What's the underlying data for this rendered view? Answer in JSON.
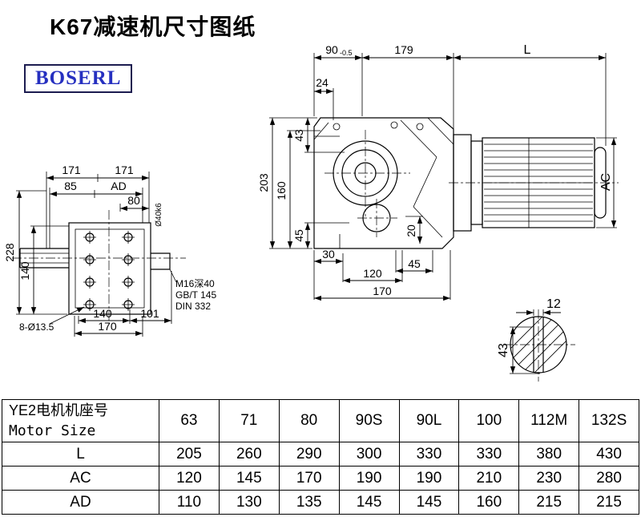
{
  "page": {
    "title": "K67减速机尺寸图纸",
    "brand": "BOSERL"
  },
  "colors": {
    "line": "#000000",
    "background": "#ffffff",
    "brand_text": "#2630c0",
    "brand_border": "#1c1c50"
  },
  "side_view": {
    "d90": "90",
    "d90_tol": "-0.5",
    "d179": "179",
    "dL": "L",
    "d24": "24",
    "d203": "203",
    "d160": "160",
    "d43": "43",
    "d45_left": "45",
    "d30": "30",
    "d20": "20",
    "d45_bottom": "45",
    "d120": "120",
    "d170": "170",
    "dAC": "AC"
  },
  "front_view": {
    "d171_left": "171",
    "d171_right": "171",
    "d85": "85",
    "dAD": "AD",
    "d80": "80",
    "shaft_dia": "Ø40k6",
    "d228": "228",
    "d140_left": "140",
    "holes": "8-Ø13.5",
    "d140_bottom": "140",
    "d101": "101",
    "d170": "170",
    "note_line1": "M16深40",
    "note_line2": "GB/T 145",
    "note_line3": "DIN 332"
  },
  "shaft_section": {
    "d12": "12",
    "d43": "43"
  },
  "table": {
    "header": {
      "label_cn": "YE2电机机座号",
      "label_en": "Motor Size"
    },
    "sizes": [
      "63",
      "71",
      "80",
      "90S",
      "90L",
      "100",
      "112M",
      "132S"
    ],
    "rows": [
      {
        "label": "L",
        "values": [
          "205",
          "260",
          "290",
          "300",
          "330",
          "330",
          "380",
          "430"
        ]
      },
      {
        "label": "AC",
        "values": [
          "120",
          "145",
          "170",
          "190",
          "190",
          "210",
          "230",
          "280"
        ]
      },
      {
        "label": "AD",
        "values": [
          "110",
          "130",
          "135",
          "145",
          "145",
          "160",
          "215",
          "215"
        ]
      }
    ]
  }
}
